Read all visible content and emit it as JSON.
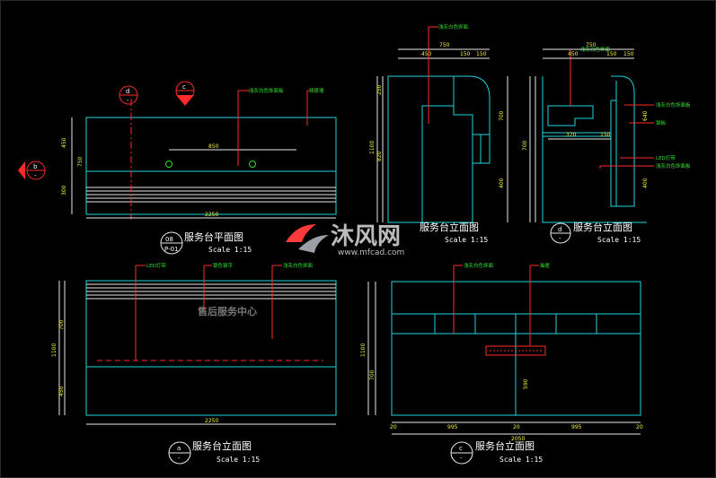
{
  "views": {
    "plan": {
      "title": "服务台平面图",
      "scale": "Scale 1:15",
      "tag_top": "08",
      "tag_bottom": "P-01"
    },
    "side1": {
      "title": "服务台立面图",
      "scale": "Scale 1:15"
    },
    "side2": {
      "title": "服务台立面图",
      "scale": "Scale 1:15",
      "tag": "d"
    },
    "front_a": {
      "title": "服务台立面图",
      "scale": "Scale 1:15",
      "tag": "a",
      "sign_text": "售后服务中心"
    },
    "front_c": {
      "title": "服务台立面图",
      "scale": "Scale 1:15",
      "tag": "c"
    }
  },
  "markers": {
    "d": "d",
    "c": "c",
    "b": "b",
    "dash": "-"
  },
  "dims": {
    "plan_width": "2250",
    "plan_h1": "450",
    "plan_h2": "750",
    "plan_h3": "300",
    "plan_h4": "850",
    "side_top": "750",
    "side_w1": "450",
    "side_w2": "150",
    "side_w3": "150",
    "side_h_total": "1100",
    "side_h1": "250",
    "side_h2": "820",
    "side_h3": "700",
    "side_h4": "400",
    "d_top": "750",
    "d_w1": "450",
    "d_w2": "150",
    "d_w3": "150",
    "d_h1": "370",
    "d_h2": "150",
    "d_h3": "640",
    "d_h4": "400",
    "d_h5": "700",
    "a_width": "2250",
    "a_h_total": "1100",
    "a_h1": "700",
    "a_h2": "450",
    "c_width": "2050",
    "c_w1": "995",
    "c_w2": "20",
    "c_w3": "995",
    "c_w_left": "20",
    "c_w_right": "20",
    "c_h_total": "1100",
    "c_h1": "700",
    "c_h2": "590"
  },
  "notes": {
    "plan_n1": "浅灰白色饰面板",
    "plan_n2": "背景墙",
    "side_n1": "浅灰白色饰面",
    "d_n1": "浅灰白色饰面",
    "d_n2": "浅灰白色饰面板",
    "d_n3": "钢板",
    "d_n4": "LED灯带",
    "d_n5": "浅灰白色饰面板",
    "a_n1": "LED灯带",
    "a_n2": "银色钢字",
    "a_n3": "浅灰白色饰面",
    "c_n1": "浅灰白色饰面",
    "c_n2": "抽屉"
  },
  "watermark": {
    "brand": "沐风网",
    "url": "www.mfcad.com"
  },
  "colors": {
    "background": "#000000",
    "outline": "#22d3dd",
    "dimension": "#f2f23a",
    "annotation": "#2fe02f",
    "leader": "#ff2a2a",
    "text": "#ffffff"
  }
}
